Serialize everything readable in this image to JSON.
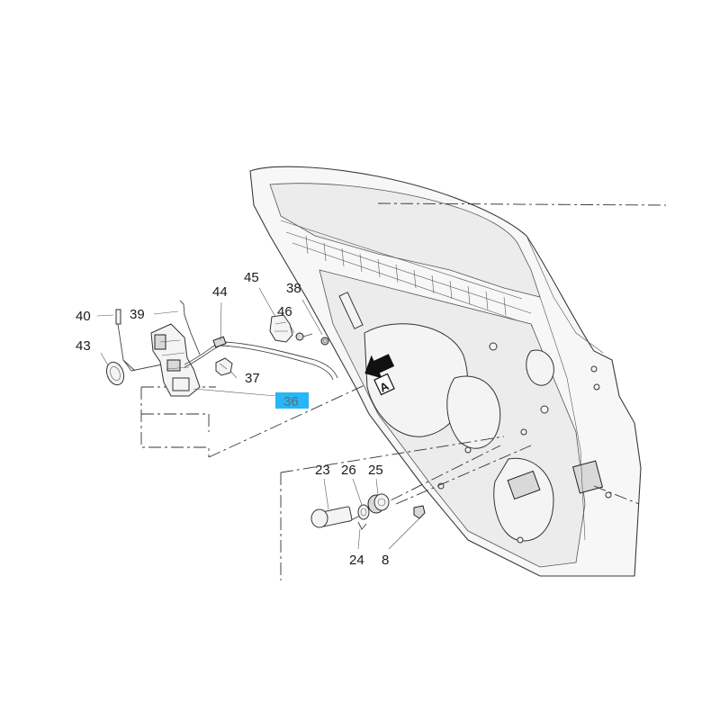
{
  "callouts": {
    "c40": "40",
    "c39": "39",
    "c43": "43",
    "c44": "44",
    "c45": "45",
    "c46": "46",
    "c38": "38",
    "c37": "37",
    "c36": "36",
    "c23": "23",
    "c26": "26",
    "c25": "25",
    "c24": "24",
    "c8": "8"
  },
  "view_marker": "A",
  "highlight_color": "#29b6f6"
}
